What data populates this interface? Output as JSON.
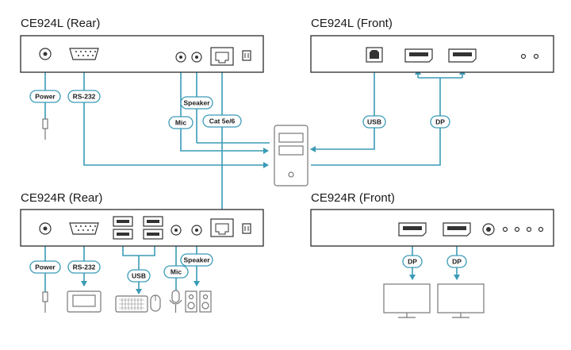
{
  "panels": {
    "rear_l": {
      "title": "CE924L (Rear)"
    },
    "front_l": {
      "title": "CE924L (Front)"
    },
    "rear_r": {
      "title": "CE924R (Rear)"
    },
    "front_r": {
      "title": "CE924R (Front)"
    }
  },
  "labels": {
    "power": "Power",
    "rs232": "RS-232",
    "mic": "Mic",
    "speaker": "Speaker",
    "cat": "Cat 5e/6",
    "usb": "USB",
    "dp": "DP"
  },
  "colors": {
    "cable": "#3a9bb6",
    "outline": "#2b2b2b",
    "device": "#777777"
  },
  "icons": [
    "computer-tower-icon",
    "keyboard-icon",
    "mouse-icon",
    "microphone-icon",
    "speakers-icon",
    "monitor-icon",
    "serial-terminal-icon",
    "power-plug-icon"
  ]
}
